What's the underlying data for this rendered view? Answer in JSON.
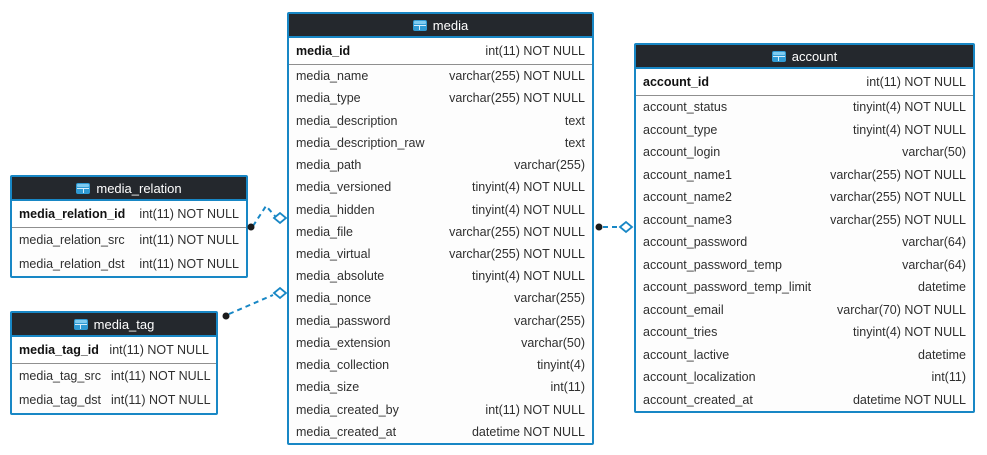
{
  "colors": {
    "accent_blue": "#1887c5",
    "header_bg": "#24282d",
    "header_text": "#ffffff",
    "row_text": "#2f2f2f",
    "pk_separator": "#8f8f8f",
    "connector_dot": "#1b1b1b",
    "icon_blue": "#2f9ad3"
  },
  "tables": [
    {
      "title": "media",
      "icon": "table-icon",
      "primary_key": {
        "name": "media_id",
        "type": "int(11) NOT NULL"
      },
      "columns": [
        {
          "name": "media_name",
          "type": "varchar(255) NOT NULL"
        },
        {
          "name": "media_type",
          "type": "varchar(255) NOT NULL"
        },
        {
          "name": "media_description",
          "type": "text"
        },
        {
          "name": "media_description_raw",
          "type": "text"
        },
        {
          "name": "media_path",
          "type": "varchar(255)"
        },
        {
          "name": "media_versioned",
          "type": "tinyint(4) NOT NULL"
        },
        {
          "name": "media_hidden",
          "type": "tinyint(4) NOT NULL"
        },
        {
          "name": "media_file",
          "type": "varchar(255) NOT NULL"
        },
        {
          "name": "media_virtual",
          "type": "varchar(255) NOT NULL"
        },
        {
          "name": "media_absolute",
          "type": "tinyint(4) NOT NULL"
        },
        {
          "name": "media_nonce",
          "type": "varchar(255)"
        },
        {
          "name": "media_password",
          "type": "varchar(255)"
        },
        {
          "name": "media_extension",
          "type": "varchar(50)"
        },
        {
          "name": "media_collection",
          "type": "tinyint(4)"
        },
        {
          "name": "media_size",
          "type": "int(11)"
        },
        {
          "name": "media_created_by",
          "type": "int(11) NOT NULL"
        },
        {
          "name": "media_created_at",
          "type": "datetime NOT NULL"
        }
      ]
    },
    {
      "title": "media_relation",
      "icon": "table-icon",
      "primary_key": {
        "name": "media_relation_id",
        "type": "int(11) NOT NULL"
      },
      "columns": [
        {
          "name": "media_relation_src",
          "type": "int(11) NOT NULL"
        },
        {
          "name": "media_relation_dst",
          "type": "int(11) NOT NULL"
        }
      ]
    },
    {
      "title": "media_tag",
      "icon": "table-icon",
      "primary_key": {
        "name": "media_tag_id",
        "type": "int(11) NOT NULL"
      },
      "columns": [
        {
          "name": "media_tag_src",
          "type": "int(11) NOT NULL"
        },
        {
          "name": "media_tag_dst",
          "type": "int(11) NOT NULL"
        }
      ]
    },
    {
      "title": "account",
      "icon": "table-icon",
      "primary_key": {
        "name": "account_id",
        "type": "int(11) NOT NULL"
      },
      "columns": [
        {
          "name": "account_status",
          "type": "tinyint(4) NOT NULL"
        },
        {
          "name": "account_type",
          "type": "tinyint(4) NOT NULL"
        },
        {
          "name": "account_login",
          "type": "varchar(50)"
        },
        {
          "name": "account_name1",
          "type": "varchar(255) NOT NULL"
        },
        {
          "name": "account_name2",
          "type": "varchar(255) NOT NULL"
        },
        {
          "name": "account_name3",
          "type": "varchar(255) NOT NULL"
        },
        {
          "name": "account_password",
          "type": "varchar(64)"
        },
        {
          "name": "account_password_temp",
          "type": "varchar(64)"
        },
        {
          "name": "account_password_temp_limit",
          "type": "datetime"
        },
        {
          "name": "account_email",
          "type": "varchar(70) NOT NULL"
        },
        {
          "name": "account_tries",
          "type": "tinyint(4) NOT NULL"
        },
        {
          "name": "account_lactive",
          "type": "datetime"
        },
        {
          "name": "account_localization",
          "type": "int(11)"
        },
        {
          "name": "account_created_at",
          "type": "datetime NOT NULL"
        }
      ]
    }
  ],
  "connectors": [
    {
      "from_table": "media_relation",
      "to_table": "media",
      "line_style": "dashed"
    },
    {
      "from_table": "media_tag",
      "to_table": "media",
      "line_style": "dashed"
    },
    {
      "from_table": "media",
      "to_table": "account",
      "line_style": "dashed"
    }
  ]
}
